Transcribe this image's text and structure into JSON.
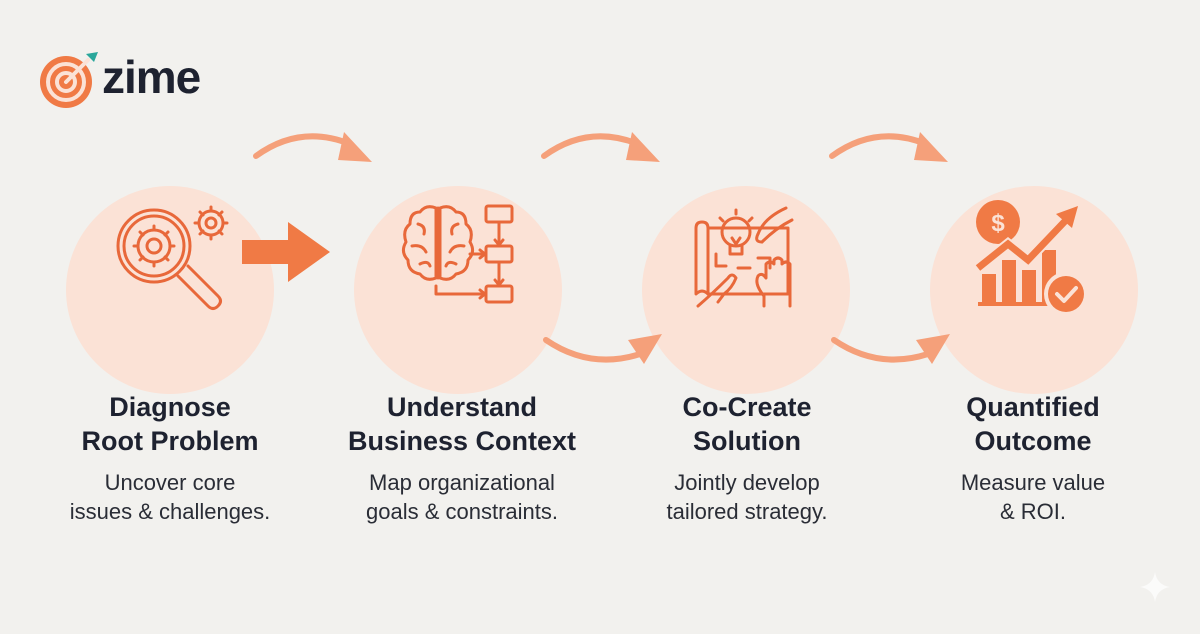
{
  "brand": {
    "name": "zime",
    "logo_icon": "target-with-arrow-icon",
    "accent_color": "#f07a45",
    "leaf_color": "#2aa79b",
    "text_color": "#1e2230"
  },
  "colors": {
    "background": "#f2f1ee",
    "circle_fill": "#fbe2d6",
    "icon_stroke": "#e8683a",
    "arrow": "#f5a07a"
  },
  "steps": [
    {
      "icon": "magnifier-gears-icon",
      "title_line1": "Diagnose",
      "title_line2": "Root Problem",
      "desc_line1": "Uncover core",
      "desc_line2": "issues & challenges."
    },
    {
      "icon": "brain-flowchart-icon",
      "title_line1": "Understand",
      "title_line2": "Business Context",
      "desc_line1": "Map organizational",
      "desc_line2": "goals & constraints."
    },
    {
      "icon": "hands-lightbulb-blueprint-icon",
      "title_line1": "Co-Create",
      "title_line2": "Solution",
      "desc_line1": "Jointly develop",
      "desc_line2": "tailored strategy."
    },
    {
      "icon": "growth-chart-dollar-check-icon",
      "title_line1": "Quantified",
      "title_line2": "Outcome",
      "desc_line1": "Measure value",
      "desc_line2": "& ROI."
    }
  ],
  "connectors": [
    "solid-right-arrow-icon",
    "curved-arrow-icon"
  ]
}
